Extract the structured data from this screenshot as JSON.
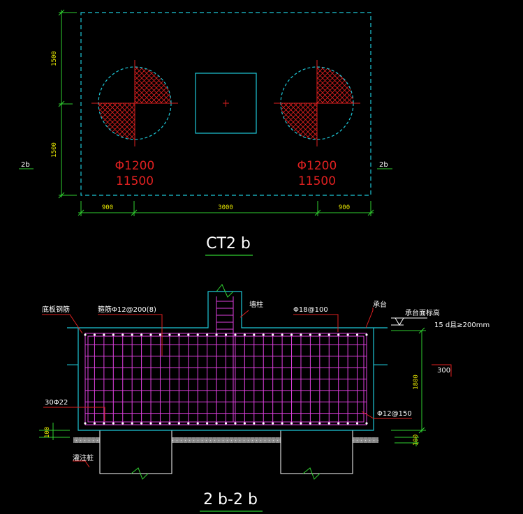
{
  "colors": {
    "background": "#000000",
    "dimension": "#e8e800",
    "outline": "#1ec8d8",
    "rebar": "#e040e0",
    "pile": "#e02020",
    "text": "#ffffff",
    "leader": "#e02020"
  },
  "plan": {
    "dim_top": "1500",
    "dim_bottom": "1500",
    "dim_left": "900",
    "dim_center": "3000",
    "dim_right": "900",
    "section_mark_left": "2b",
    "section_mark_right": "2b",
    "pile_left_diameter": "Φ1200",
    "pile_left_length": "11500",
    "pile_right_diameter": "Φ1200",
    "pile_right_length": "11500",
    "title": "CT2 b"
  },
  "section": {
    "label_bottom_rebar": "底板钢筋",
    "label_stirrup": "箍筋Φ12@200(8)",
    "label_wall_column": "墙柱",
    "label_top_rebar": "Φ18@100",
    "label_cap": "承台",
    "label_cap_top_level": "承台面标高",
    "label_anchor": "15 d且≥200mm",
    "label_300": "300",
    "label_1800": "1800",
    "label_bars": "30Φ22",
    "label_side_rebar": "Φ12@150",
    "label_100_left": "100",
    "label_100_right": "100",
    "label_pile": "灌注桩",
    "title": "2 b-2 b"
  }
}
